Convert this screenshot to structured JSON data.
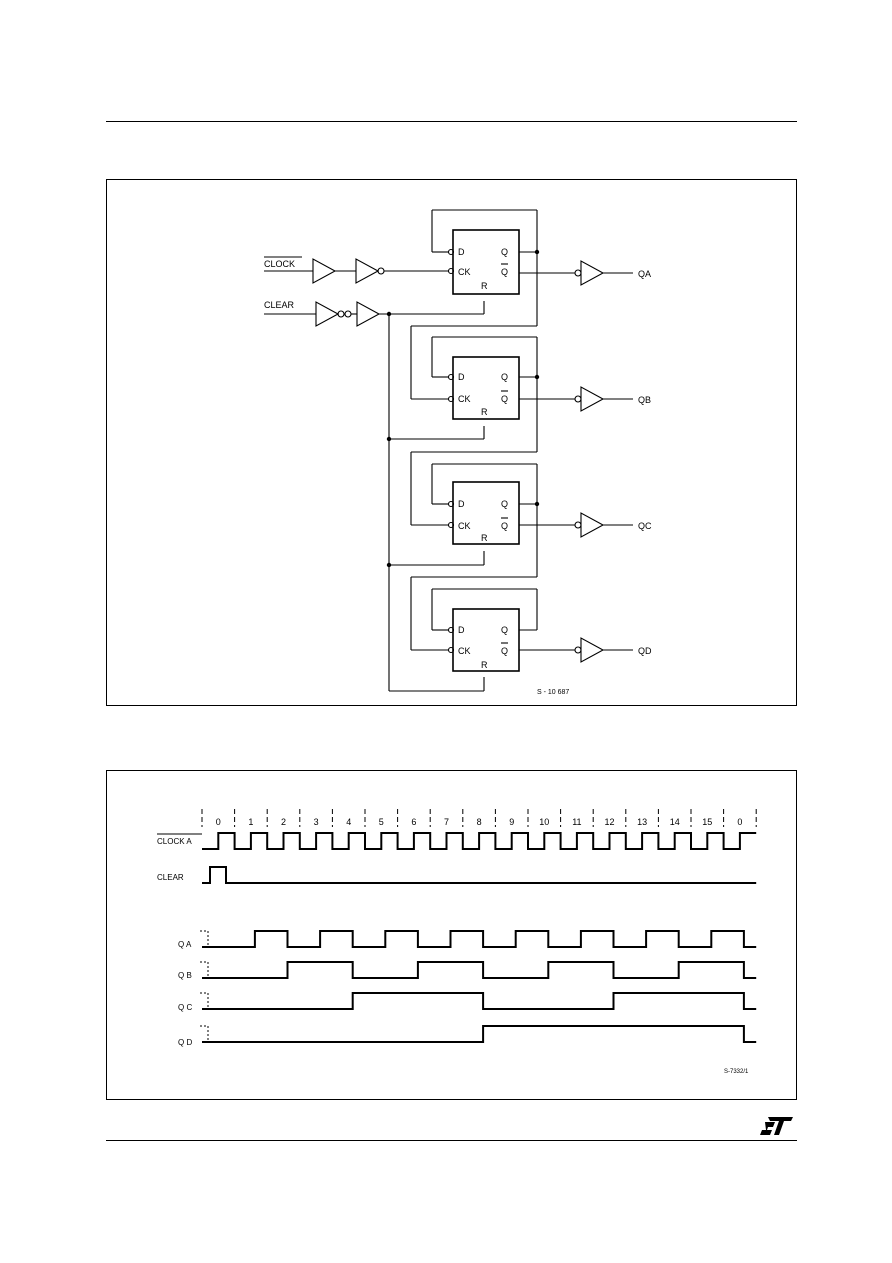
{
  "schematic": {
    "inputs": {
      "clock": "CLOCK",
      "clear": "CLEAR"
    },
    "ff_pins": {
      "d": "D",
      "ck": "CK",
      "q": "Q",
      "qbar": "Q",
      "r": "R"
    },
    "outputs": [
      "QA",
      "QB",
      "QC",
      "QD"
    ],
    "ref": "S - 10 687"
  },
  "timing": {
    "tick_labels": [
      "0",
      "1",
      "2",
      "3",
      "4",
      "5",
      "6",
      "7",
      "8",
      "9",
      "10",
      "11",
      "12",
      "13",
      "14",
      "15",
      "0"
    ],
    "signals": [
      "CLOCK A",
      "CLEAR",
      "Q A",
      "Q B",
      "Q C",
      "Q D"
    ],
    "ref": "S-7332/1"
  }
}
